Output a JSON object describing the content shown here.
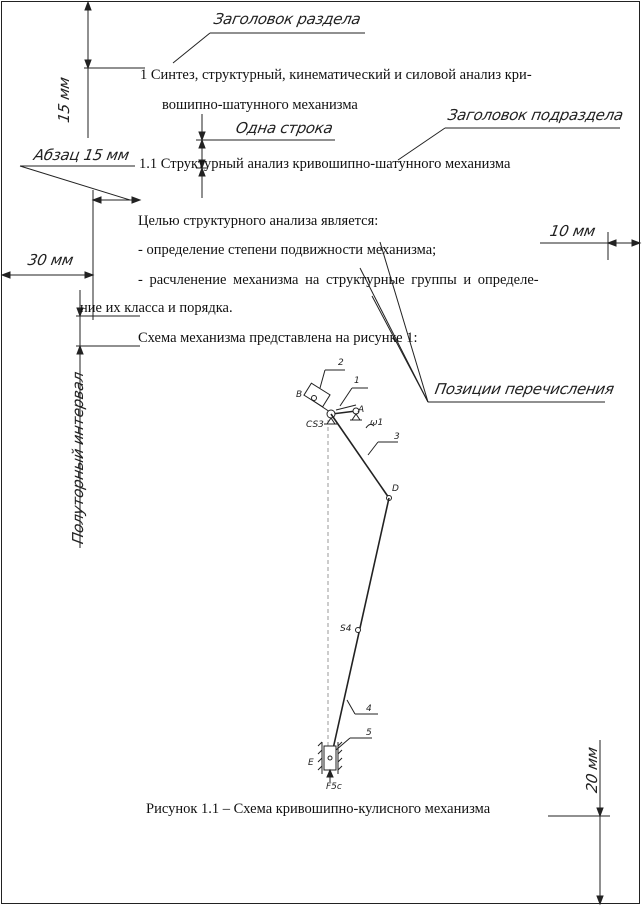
{
  "section_heading": {
    "line1": "1 Синтез, структурный, кинематический и силовой анализ кри-",
    "line2": "вошипно-шатунного механизма"
  },
  "subsection_heading": "1.1 Структурный анализ кривошипно-шатунного механизма",
  "paragraphs": {
    "intro": "Целью структурного анализа является:",
    "item1": "- определение степени подвижности механизма;",
    "item2_line1": "- расчленение механизма на структурные группы и определе-",
    "item2_line2": "ние их класса и порядка.",
    "scheme": "Схема механизма представлена на рисунке 1:"
  },
  "figure_caption": "Рисунок 1.1 – Схема кривошипно-кулисного механизма",
  "annotations": {
    "section_title": "Заголовок раздела",
    "one_line": "Одна строка",
    "subsection_title": "Заголовок подраздела",
    "paragraph_indent": "Абзац 15 мм",
    "left_margin": "30 мм",
    "right_margin": "10 мм",
    "top_spacing": "15 мм",
    "line_spacing": "Полуторный интервал",
    "enumeration_positions": "Позиции перечисления",
    "bottom_margin": "20 мм"
  },
  "mechanism_labels": {
    "link1": "1",
    "link2": "2",
    "link3": "3",
    "link4": "4",
    "link5": "5",
    "point_a": "A",
    "point_b": "B",
    "point_d": "D",
    "point_e": "E",
    "point_s3": "CS3",
    "point_s4": "S4",
    "omega": "ω1",
    "force": "F5c"
  }
}
